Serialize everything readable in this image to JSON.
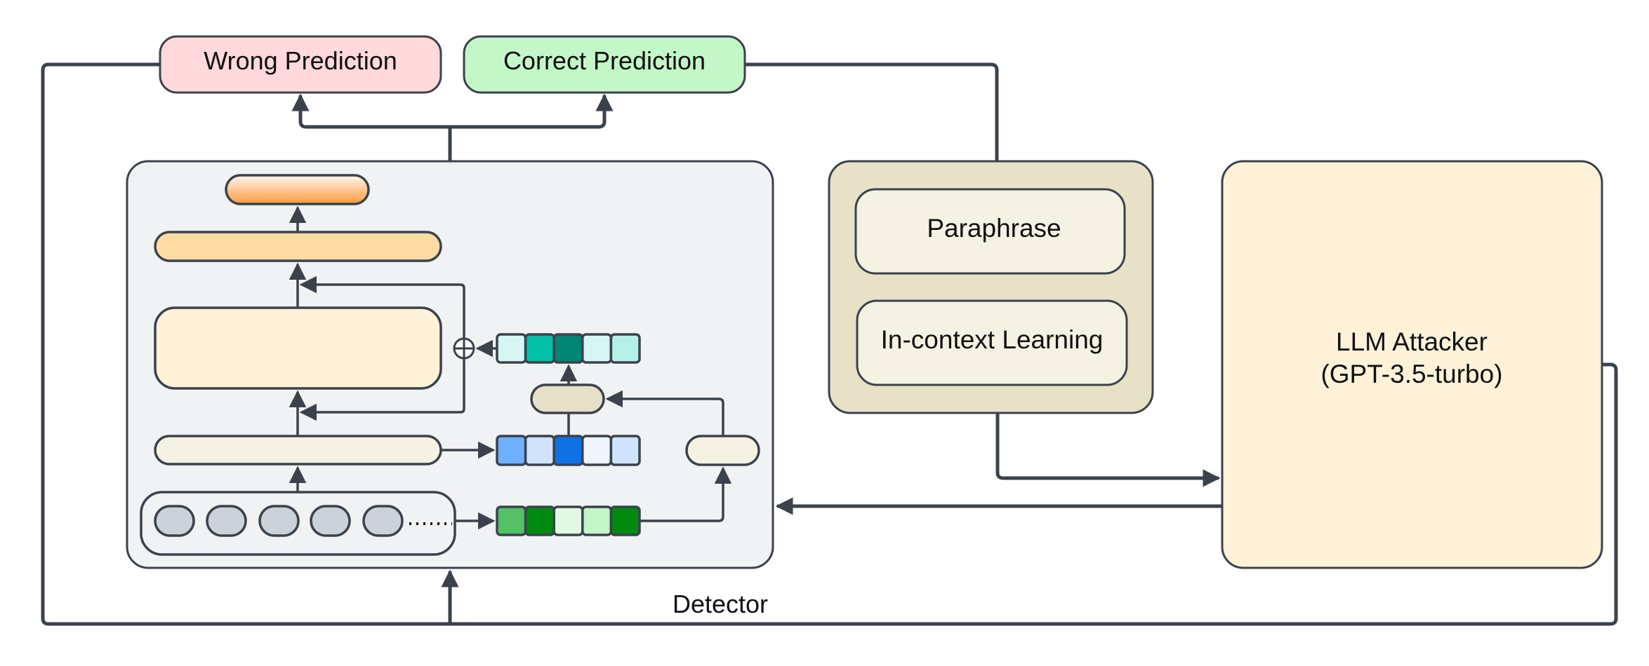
{
  "diagram": {
    "outputs": {
      "wrong": {
        "label": "Wrong Prediction",
        "fill": "#ffd9db"
      },
      "correct": {
        "label": "Correct Prediction",
        "fill": "#c3f7c8"
      }
    },
    "detector": {
      "label": "Detector",
      "fill": "#f1f2f4",
      "layers": {
        "output_head_fill_top": "#fff6ee",
        "output_head_fill_bottom": "#fe9a3c",
        "classifier_fill": "#fddca4",
        "encoder_fill": "#fff2d9",
        "embedding_fill": "#f5f2e4",
        "adapter_fill": "#e6e0c8",
        "side_pill_fill": "#f5f2e4",
        "token_fill": "#cbd2da"
      },
      "token_count": 5,
      "vectors": {
        "teal": [
          "#d6f7f1",
          "#00bfa6",
          "#008673",
          "#d6f7f1",
          "#b3f1e7"
        ],
        "blue": [
          "#6eb1ff",
          "#cfe3fd",
          "#1071e5",
          "#eef5ff",
          "#cfe3fd"
        ],
        "green": [
          "#53c264",
          "#008b10",
          "#e2f8e2",
          "#c3f5c8",
          "#008b10"
        ]
      },
      "combine_symbol": "⊕"
    },
    "attack_strategies": {
      "fill": "#e7e1c8",
      "items": [
        {
          "label": "Paraphrase",
          "fill": "#f5f2e4"
        },
        {
          "label": "In-context Learning",
          "fill": "#f5f2e4"
        }
      ]
    },
    "attacker": {
      "line1": "LLM Attacker",
      "line2": "(GPT-3.5-turbo)",
      "fill": "#fff2d9"
    },
    "stroke_color": "#3b424c"
  }
}
